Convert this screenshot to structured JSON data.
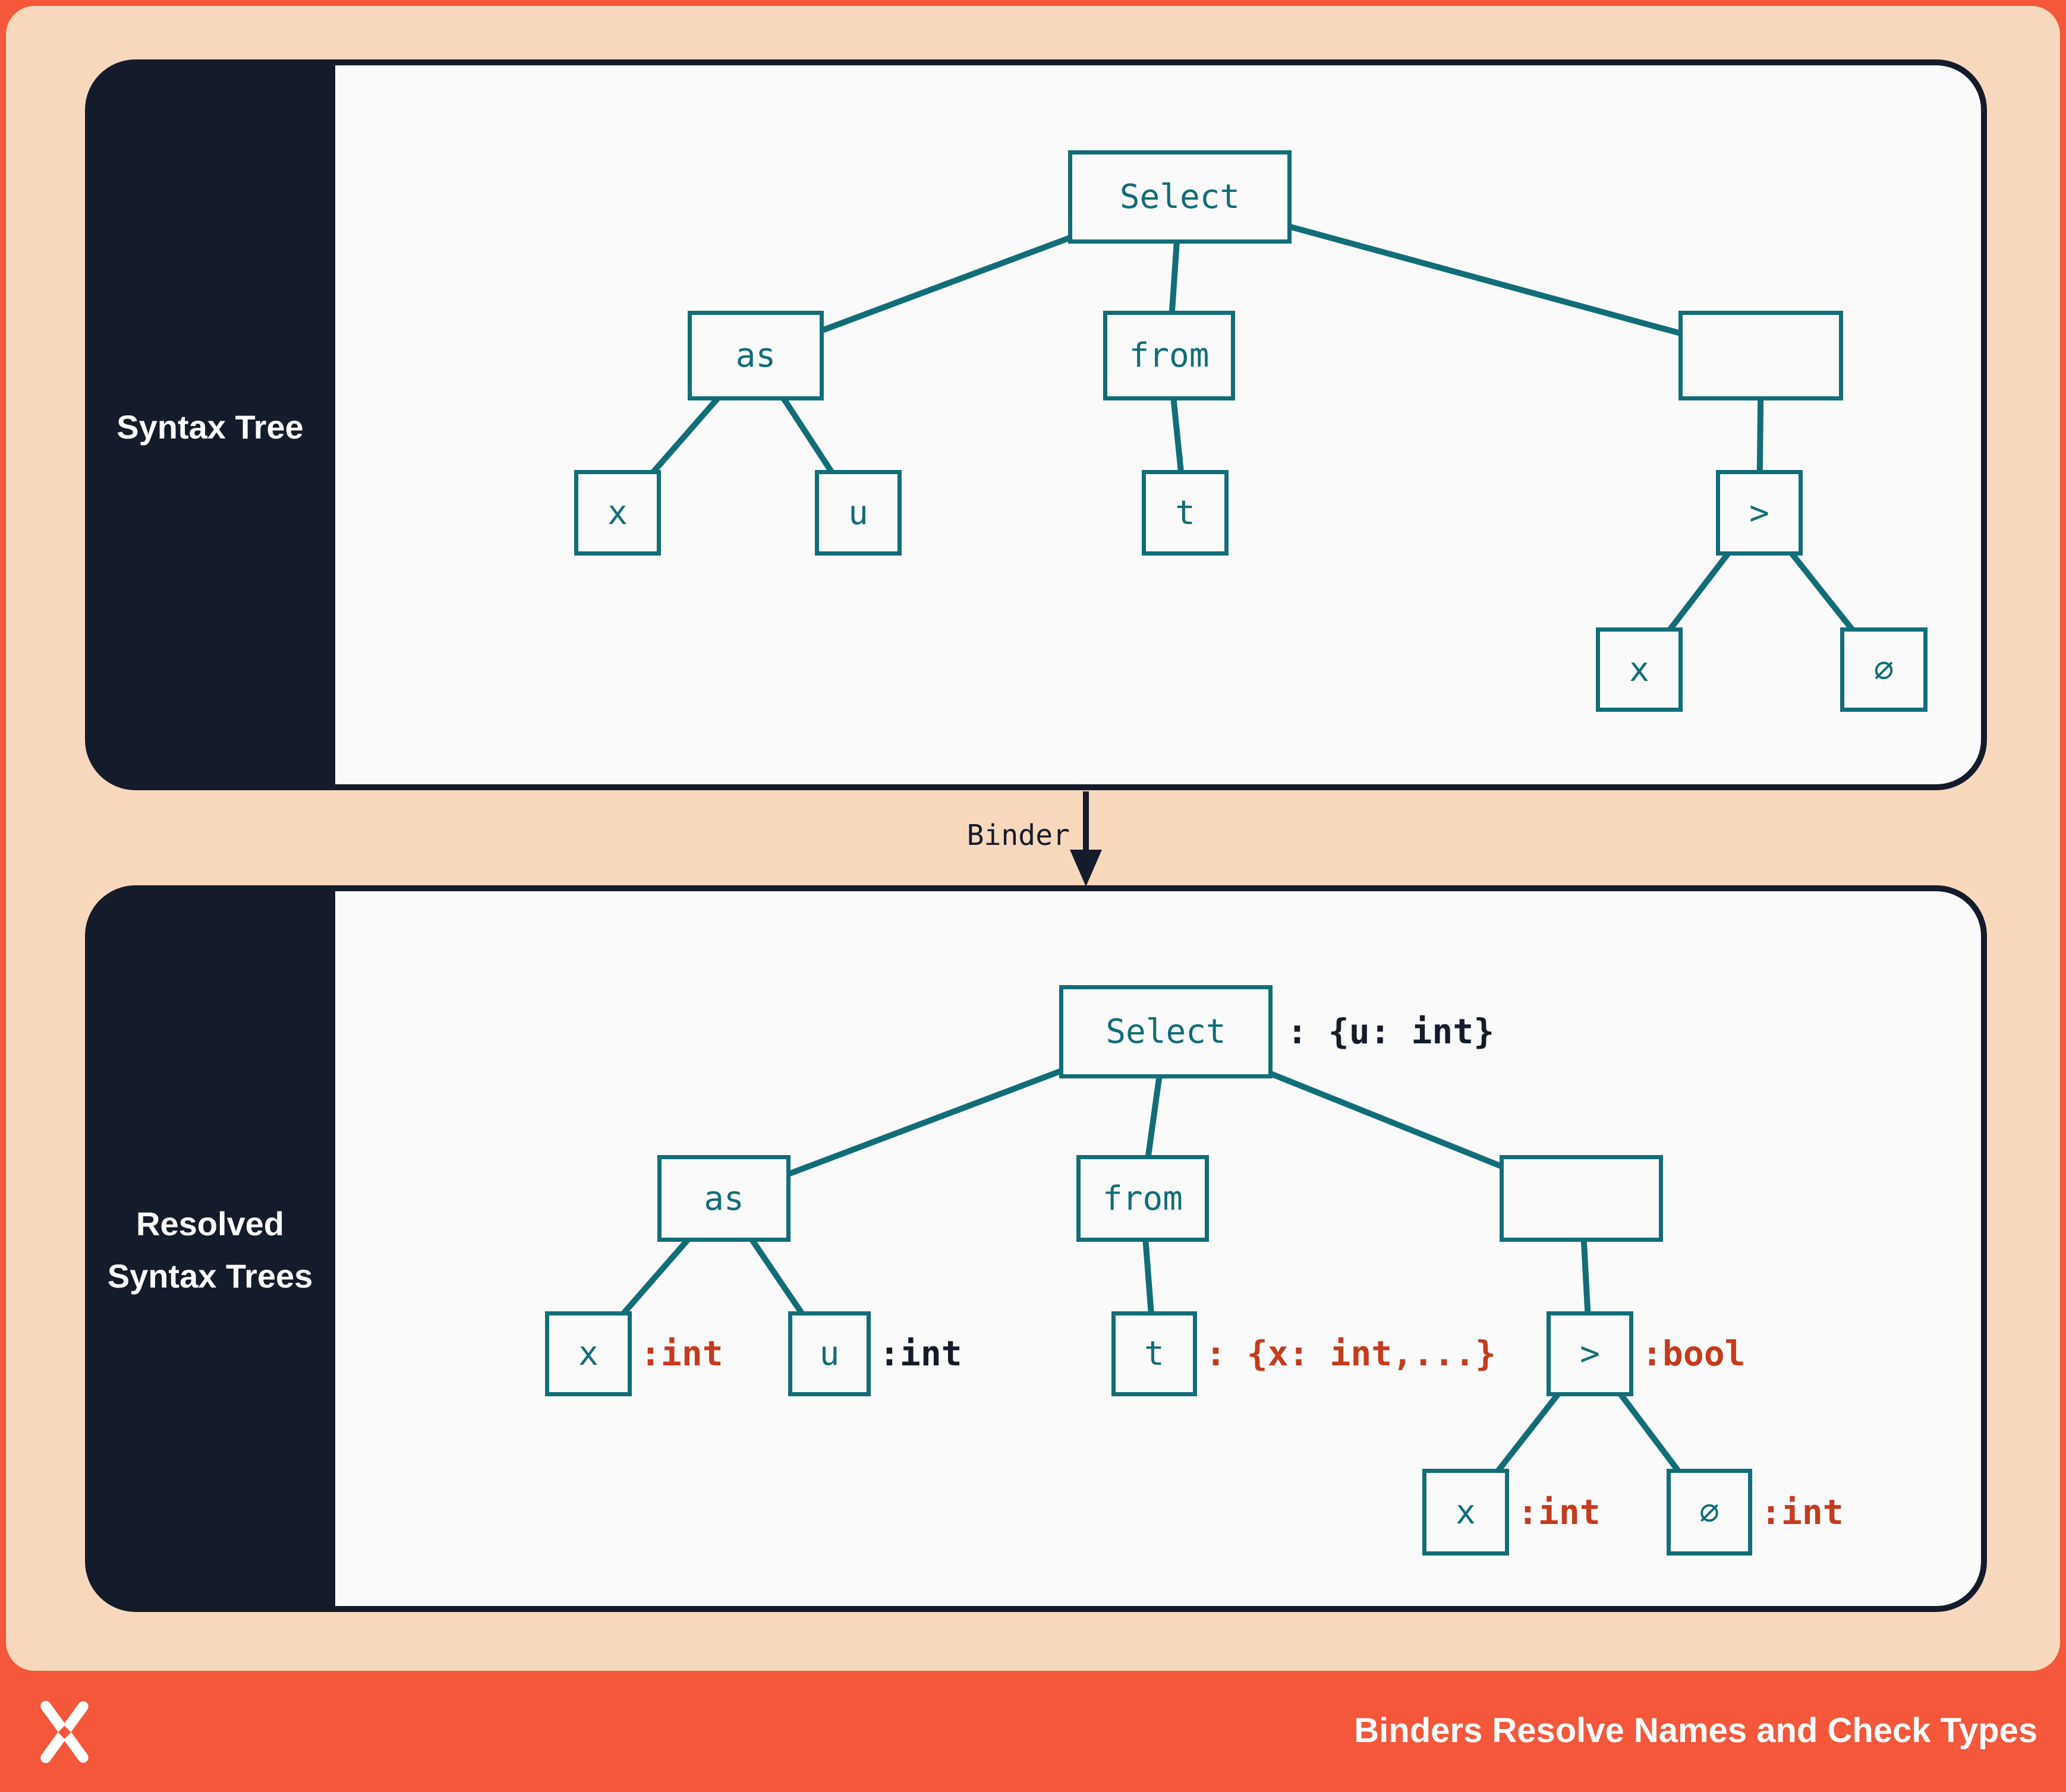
{
  "colors": {
    "accent_teal": "#116d78",
    "ink_navy": "#141b2b",
    "accent_red": "#c53b1e",
    "frame_orange": "#f4573a",
    "frame_peach": "#f8d8bd",
    "panel_bg": "#fafafa"
  },
  "panel_syntax": {
    "label": "Syntax Tree",
    "nodes": {
      "select": "Select",
      "as": "as",
      "x": "x",
      "u": "u",
      "from": "from",
      "t": "t",
      "gt": ">",
      "zero": "∅"
    }
  },
  "binder": {
    "label": "Binder"
  },
  "panel_resolved": {
    "label_line1": "Resolved",
    "label_line2": "Syntax Trees",
    "nodes": {
      "select": "Select",
      "as": "as",
      "x": "x",
      "u": "u",
      "from": "from",
      "t": "t",
      "gt": ">",
      "zero": "∅"
    },
    "annotations": {
      "select": ": {u: int}",
      "x": ":int",
      "u": ":int",
      "t": ": {x: int,...}",
      "gt": ":bool",
      "x2": ":int",
      "zero": ":int"
    }
  },
  "footer": {
    "title": "Binders Resolve Names and Check Types"
  }
}
